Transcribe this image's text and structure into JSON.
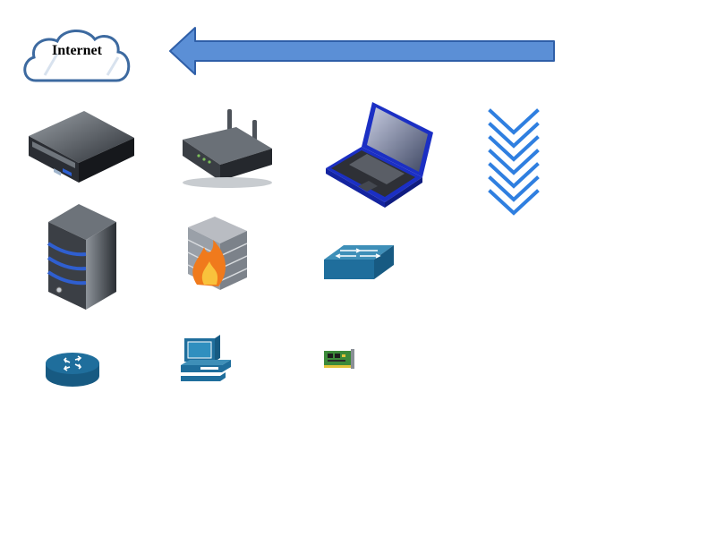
{
  "diagram": {
    "title": "",
    "cloud": {
      "label": "Internet",
      "icon": "cloud-icon"
    },
    "flow_arrow": {
      "direction": "left",
      "fill": "#5b8fd6",
      "stroke": "#2f5fa8"
    },
    "chevron_stack": {
      "count": 7,
      "color": "#2f7fe0",
      "direction": "down"
    },
    "icons": [
      "rack-server-icon",
      "wifi-router-icon",
      "laptop-icon",
      "tower-server-icon",
      "firewall-icon",
      "network-switch-icon",
      "router-icon",
      "workstation-icon",
      "network-card-icon"
    ],
    "colors": {
      "cisco_blue": "#1f6e9c",
      "device_gray": "#555b63",
      "laptop_blue": "#1b2fc4",
      "firewall_flame": "#f07a1c"
    }
  }
}
